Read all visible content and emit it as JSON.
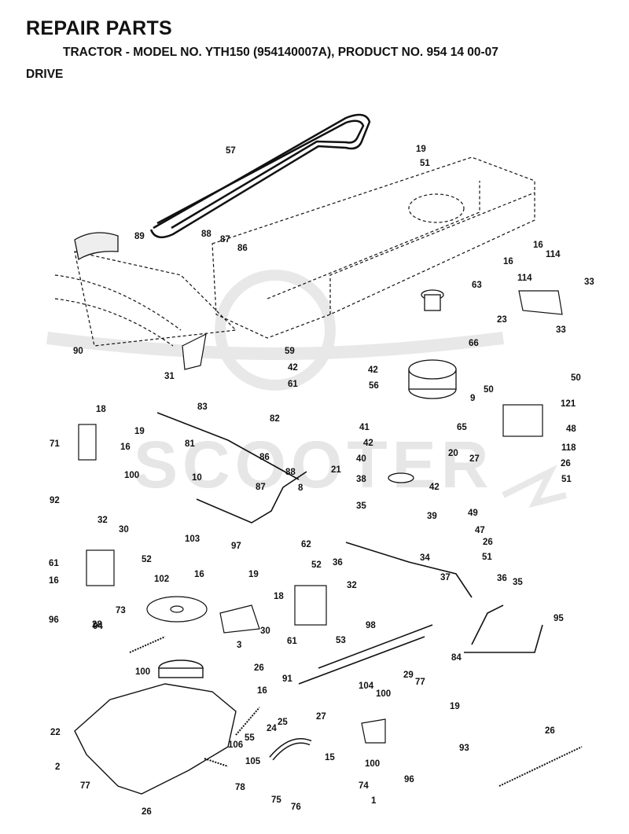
{
  "header": {
    "title": "REPAIR PARTS",
    "subtitle": "TRACTOR - MODEL NO. YTH150 (954140007A), PRODUCT NO. 954 14 00-07",
    "section": "DRIVE"
  },
  "watermark": {
    "text": "SCOOTER"
  },
  "callouts": [
    "57",
    "19",
    "51",
    "89",
    "88",
    "87",
    "86",
    "16",
    "114",
    "16",
    "114",
    "33",
    "63",
    "23",
    "33",
    "90",
    "59",
    "42",
    "61",
    "66",
    "42",
    "56",
    "31",
    "50",
    "50",
    "9",
    "121",
    "18",
    "83",
    "82",
    "19",
    "71",
    "16",
    "41",
    "42",
    "65",
    "48",
    "81",
    "40",
    "20",
    "27",
    "118",
    "86",
    "21",
    "87",
    "88",
    "100",
    "10",
    "38",
    "42",
    "26",
    "51",
    "92",
    "8",
    "35",
    "39",
    "49",
    "62",
    "32",
    "30",
    "103",
    "97",
    "36",
    "34",
    "47",
    "61",
    "52",
    "26",
    "102",
    "51",
    "16",
    "16",
    "19",
    "52",
    "37",
    "32",
    "18",
    "36",
    "35",
    "96",
    "94",
    "73",
    "30",
    "61",
    "53",
    "95",
    "28",
    "98",
    "3",
    "100",
    "26",
    "84",
    "29",
    "91",
    "16",
    "104",
    "100",
    "77",
    "22",
    "27",
    "19",
    "24",
    "25",
    "55",
    "26",
    "106",
    "93",
    "15",
    "2",
    "105",
    "100",
    "96",
    "77",
    "78",
    "74",
    "75",
    "76",
    "1",
    "26"
  ],
  "colors": {
    "ink": "#111111",
    "watermark": "#e6e6e6"
  }
}
